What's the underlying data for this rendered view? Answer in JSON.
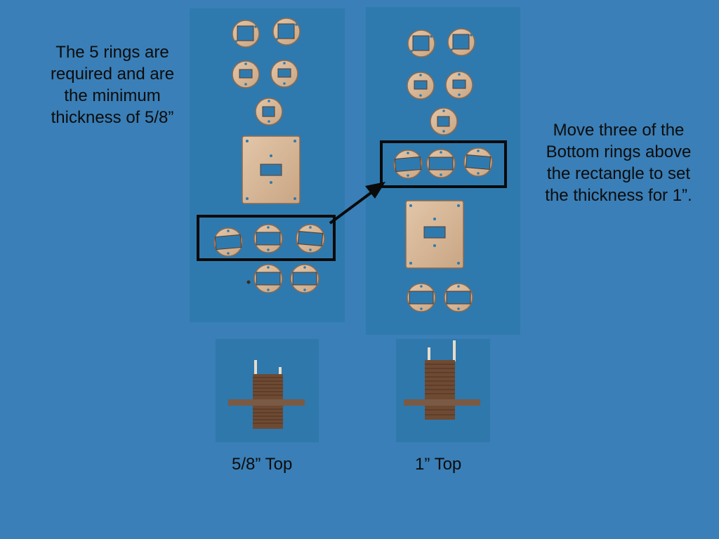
{
  "captions": {
    "left": [
      "The 5 rings are",
      "required and are",
      "the minimum",
      "thickness of 5/8”"
    ],
    "right": [
      "Move three of the",
      "Bottom rings above",
      "the rectangle to set",
      "the thickness for 1”."
    ]
  },
  "labels": {
    "five_eighths_top": "5/8” Top",
    "one_inch_top": "1” Top"
  },
  "colors": {
    "background": "#3a7fb7",
    "photo_background": "#2e7aaf",
    "wood": "#d8b99a",
    "wood_edge": "#8c6a4f",
    "stack_wood": "#6e4a33",
    "highlight_box": "#0a0a0a"
  }
}
